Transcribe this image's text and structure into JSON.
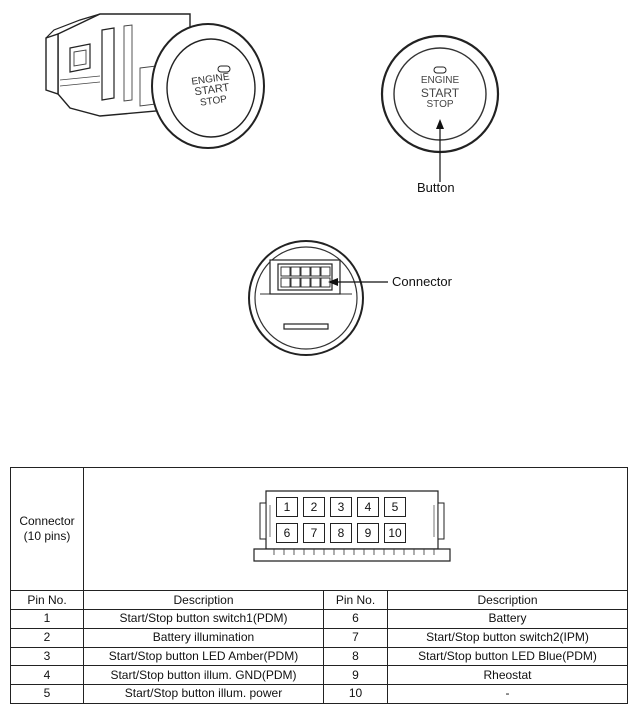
{
  "illustrations": {
    "button_face": [
      "ENGINE",
      "START",
      "STOP"
    ],
    "button_callout": "Button",
    "connector_callout": "Connector"
  },
  "table": {
    "connector_label": [
      "Connector",
      "(10 pins)"
    ],
    "connector_pins_top": [
      "1",
      "2",
      "3",
      "4",
      "5"
    ],
    "connector_pins_bottom": [
      "6",
      "7",
      "8",
      "9",
      "10"
    ],
    "headers": [
      "Pin No.",
      "Description",
      "Pin No.",
      "Description"
    ],
    "rows": [
      [
        "1",
        "Start/Stop button switch1(PDM)",
        "6",
        "Battery"
      ],
      [
        "2",
        "Battery illumination",
        "7",
        "Start/Stop button switch2(IPM)"
      ],
      [
        "3",
        "Start/Stop button LED Amber(PDM)",
        "8",
        "Start/Stop button LED Blue(PDM)"
      ],
      [
        "4",
        "Start/Stop button illum. GND(PDM)",
        "9",
        "Rheostat"
      ],
      [
        "5",
        "Start/Stop button illum. power",
        "10",
        "-"
      ]
    ]
  }
}
